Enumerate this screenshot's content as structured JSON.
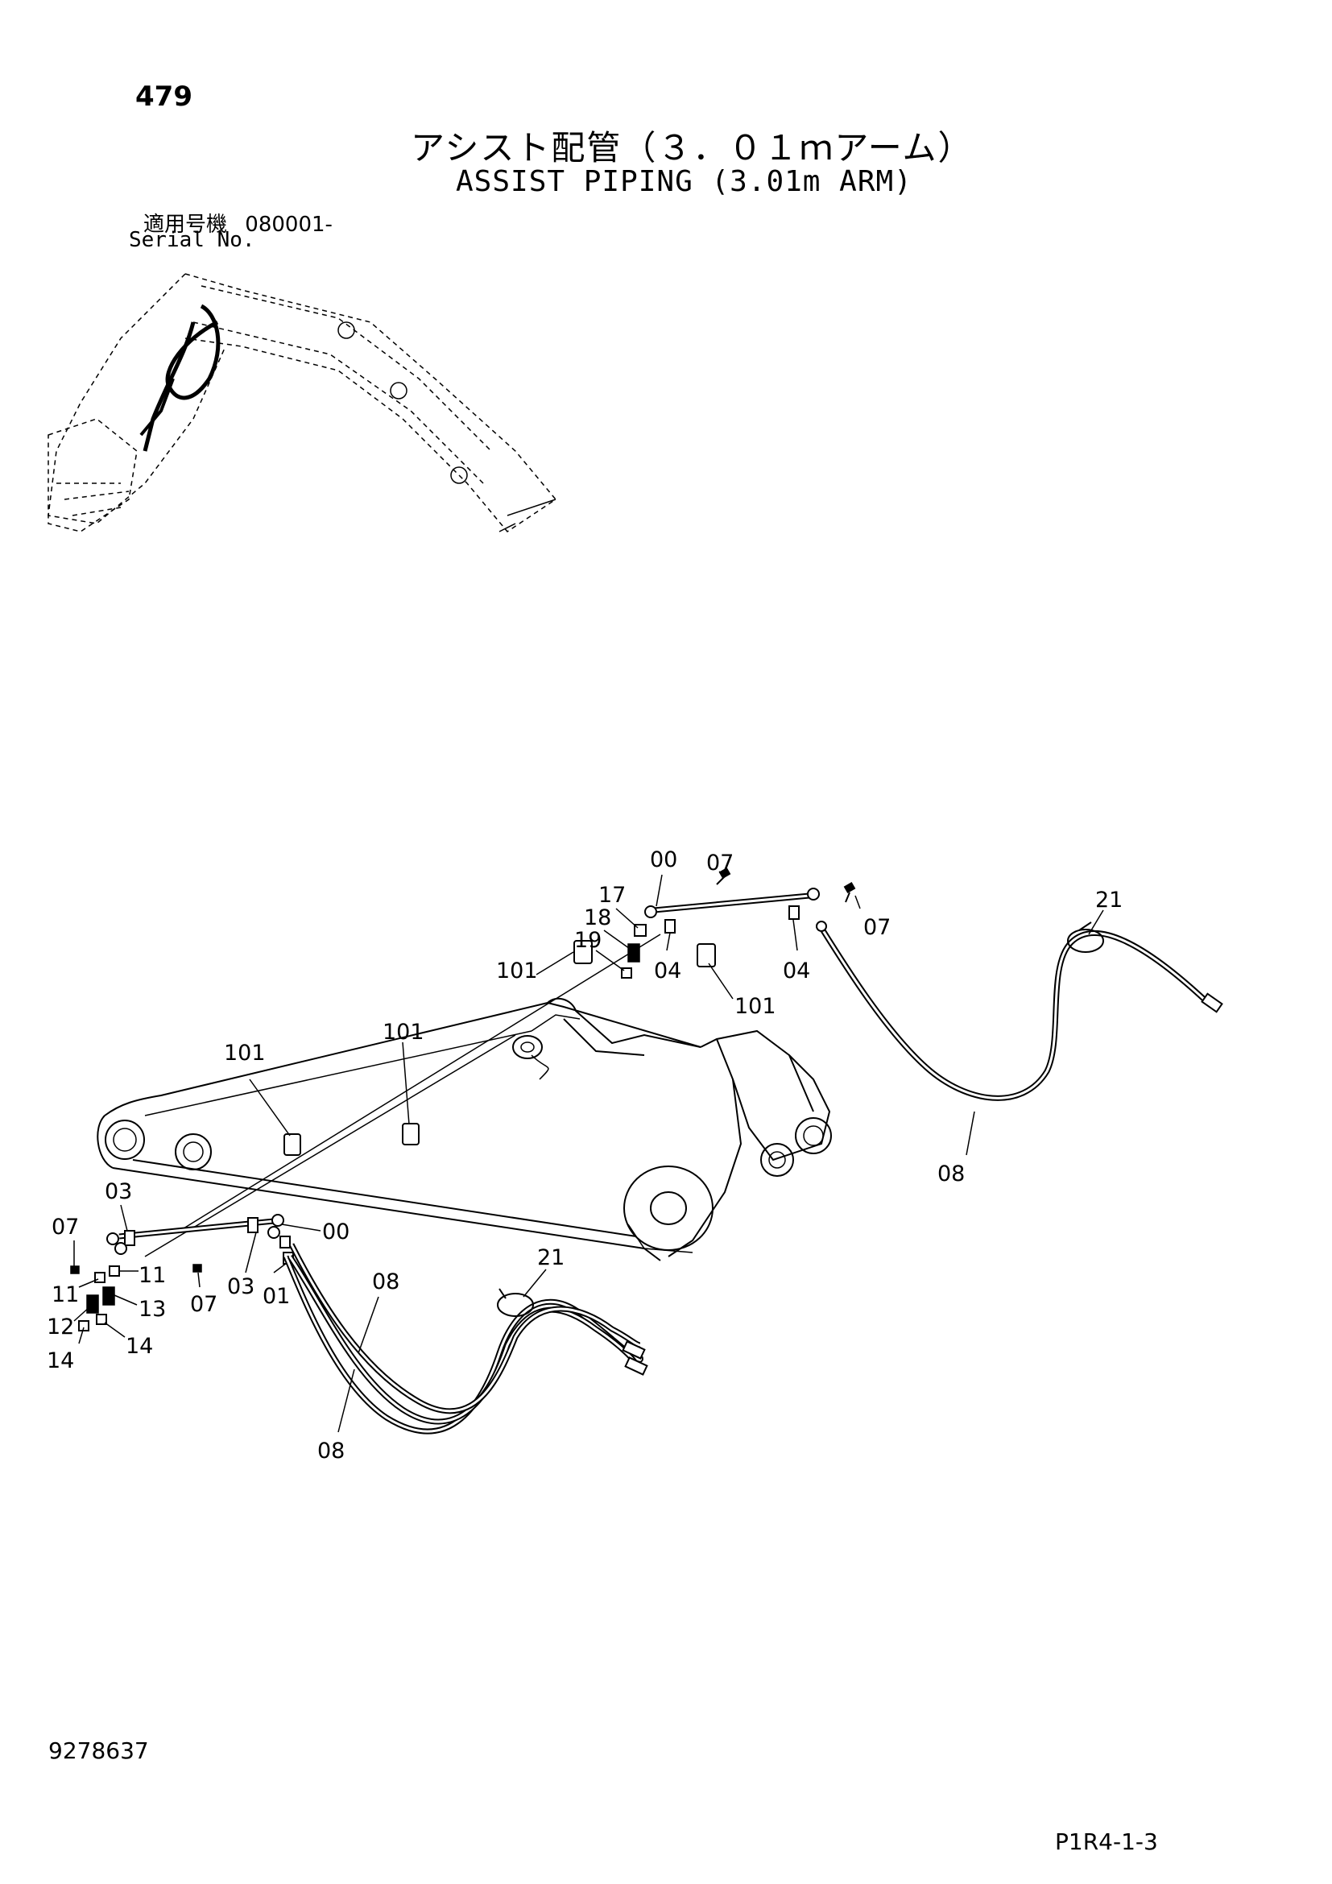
{
  "page_number": "479",
  "title_jp": "アシスト配管（３．０１ｍアーム）",
  "title_en": "ASSIST PIPING (3.01m ARM)",
  "serial": {
    "label_jp": "適用号機",
    "value": "080001-",
    "label_en": "Serial No."
  },
  "callouts": {
    "c00_top": "00",
    "c07_top": "07",
    "c17": "17",
    "c18": "18",
    "c19": "19",
    "c07_right": "07",
    "c21_right": "21",
    "c101_topleft": "101",
    "c04_a": "04",
    "c04_b": "04",
    "c101_topright": "101",
    "c101_mid": "101",
    "c101_left": "101",
    "c08_right": "08",
    "c03_left": "03",
    "c07_left": "07",
    "c00_left": "00",
    "c11_a": "11",
    "c11_b": "11",
    "c13": "13",
    "c12": "12",
    "c14_a": "14",
    "c14_b": "14",
    "c07_bottom": "07",
    "c03_bottom": "03",
    "c01": "01",
    "c08_mid": "08",
    "c21_bottom": "21",
    "c08_bottom": "08"
  },
  "document_number": "9278637",
  "page_code": "P1R4-1-3"
}
